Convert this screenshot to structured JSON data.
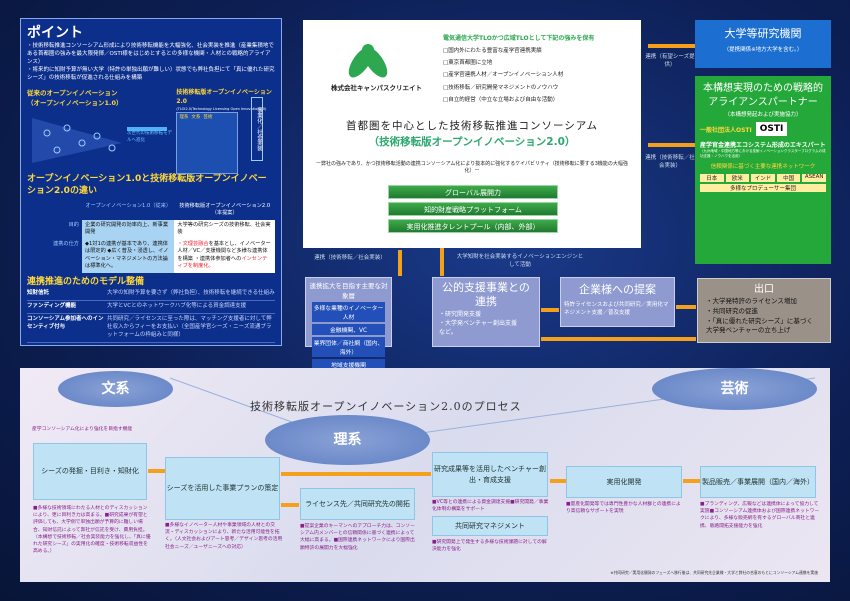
{
  "point": {
    "title": "ポイント",
    "bullets": [
      "・技術移転推進コンソーシアム形成により技術移転機能を大幅強化、社会実装を推進（産業集積地である首都圏の強みを最大限発揮／OSTI様をはじめとするとの多様な機関・人材との戦略的アライアンス）",
      "・将来的に知財予算が無い大学（特許の単独出願が難しい）状態でも弊社負担にて「真に優れた研究シーズ」の技術移転が促進される仕組みを構築"
    ],
    "oi1": "従来のオープンイノベーション（オープンイノベーション1.0）",
    "oi2": "技術移転版オープンイノベーション2.0",
    "oi2_sub": "(TLOI2.0/Technology Licensing Open Innovation2.0)",
    "arrow_label": "次世代の技術移転モデルへ進化",
    "fields": [
      "理系",
      "文系",
      "芸術"
    ],
    "commercial": "事業化／社会実装"
  },
  "diff": {
    "title": "オープンイノベーション1.0と技術移転版オープンイノベーション2.0の違い",
    "col1": "オープンイノベーション1.0（従来）",
    "col2": "技術移転版オープンイノベーション2.0（本提案）",
    "rows": [
      {
        "label": "目的",
        "c1": "企業の研究開発の効率向上、新事業開発",
        "c2": "大学等の研究シーズの技術移転、社会実装"
      },
      {
        "label": "連携の仕方",
        "c1": "◆1対1の連携が基本であり、連携体は限定的 ◆広く普及・浸透し、イノベーション・マネジメントの方法論は標準化へ。",
        "c2a": "・文理芸融合",
        "c2b": "を基本とし、イノベーター人材／VC／支援機関など多様な連携体を構築 ・連携体参加者への",
        "c2c": "インセンティブを制度化。"
      }
    ]
  },
  "model": {
    "title": "連携推進のためのモデル整備",
    "rows": [
      {
        "k": "知財信託",
        "v": "大学の知財予算を要さず（弊社負担）、技術移転を継続できる仕組み"
      },
      {
        "k": "ファンディング機能",
        "v": "大学とVCとのネットワークハブ化等による資金調達支援"
      },
      {
        "k": "コンソーシアム参加者へのインセンティブ付与",
        "v": "共同研究／ライセンスに至った際は、マッチング支援者に対して弊社収入からフィーをお支払い（全国産学官シーズ・ニーズ流通プラットフォームの枠組みと同様）"
      }
    ]
  },
  "center": {
    "company": "株式会社キャンパスクリエイト",
    "strength_title": "電気通信大学TLOかつ広域TLOとして下記の強みを保有",
    "strengths": [
      "□国内外にわたる豊富な産学官連携実績",
      "□東京首都圏に立地",
      "□産学官連携人材／オープンイノベーション人材",
      "□技術移転／研究開発マネジメントのノウハウ",
      "□自立的経営（中立な立場および自由な活動）"
    ],
    "title1": "首都圏を中心とした技術移転推進コンソーシアム",
    "title2": "（技術移転版オープンイノベーション2.0）",
    "sub": "ー弊社の強みであり、かつ技術移転活動の連携コンソーシアム化により抜本的に強化するケイパビリティ（技術移転に要する3機能の大幅強化）ー",
    "bars": [
      "グローバル展開力",
      "知的財産戦略プラットフォーム",
      "実用化推進タレントプール（内部、外部）"
    ]
  },
  "links": {
    "l1": "連携（有望シーズ提供）",
    "l2": "連携（技術移転／社会実装）",
    "l3": "連携（技術移転／社会実装）",
    "l4": "大学知財を社会実装するイノベーションエンジンとして活動"
  },
  "univ": {
    "title": "大学等研究機関",
    "sub": "（提携関係※地方大学を含む。）"
  },
  "partner": {
    "title": "本構想実現のための戦略的アライアンスパートナー",
    "sub": "（本構想発起および実施協力）",
    "org": "一般社団法人OSTI",
    "logo": "OSTI",
    "expert": "産学官金連携エコシステム形成のエキスパート",
    "expert_note": "（九州地域・中国地方等における技術イノベーションクラスタープログラムの成功支援・ノウハウを活用）",
    "network": "信頼関係に基づく主要な連携ネットワーク",
    "regions": [
      "日本",
      "欧米",
      "インド",
      "中国",
      "ASEAN"
    ],
    "producers": "多様なプロデューサー集団"
  },
  "targets": {
    "title": "連携拡大を目指す主要な対象層",
    "items": [
      "多様な業種のイノベーター人材",
      "金融機関、VC",
      "業界団体／商社網（国内、海外）",
      "地域支援機関"
    ]
  },
  "public": {
    "title": "公的支援事業との連携",
    "items": [
      "・研究開発支援",
      "・大学発ベンチャー創出支援",
      "など。"
    ]
  },
  "proposal": {
    "title": "企業様への提案",
    "text": "特許ライセンスおよび共同研究／実用化マネジメント支援／普及支援"
  },
  "exit": {
    "title": "出口",
    "items": [
      "・大学発特許のライセンス増加",
      "・共同研究の促進",
      "・「真に優れた研究シーズ」に基づく　大学発ベンチャーの立ち上げ"
    ]
  },
  "process": {
    "title": "技術移転版オープンイノベーション2.0のプロセス",
    "ellipses": [
      "文系",
      "理系",
      "芸術"
    ],
    "caption": "産学コンソーシアム化により強化を目指す機能",
    "steps": [
      {
        "label": "シーズの発掘・目利き・知財化",
        "note": "■多様な技術領域にわたる人材とのディスカッションにより、更に目利き力は高まる。■研究成果が有望と評価しても、大学側で単独出願が予算的に難しい場合、知財信託によって弊社が信託を受け、費用負担。（本構想で技術移転／社会実装能力を強化し、「真に優れた研究シーズ」の実用化の確度・技術移転収益性を高める。）"
      },
      {
        "label": "シーズを活用した事業プランの策定",
        "note": "■多様なイノベーター人材や事業領域の人材との交流・ディスカッションにより、新たな活用可能性を拓く。（人文社会およびアート思考／デザイン思考の活用 社会ニーズ／ユーザニーズへの対応）"
      },
      {
        "label": "ライセンス先／共同研究先の開拓",
        "note": "■提案企業のキーマンへのアプローチ力は、コンソーシアム内メンバーとの信頼関係に基づく連携によって大幅に高まる。■国際連携ネットワークにより国際出願特許の展開力を大幅強化"
      },
      {
        "label": "研究成果等を活用したベンチャー創出・育成支援",
        "note": "■VC等との連携による資金調達支援■研究開発／事業化体制の構築をサポート"
      },
      {
        "label": "共同研究マネジメント",
        "note": "■研究開発上で発生する多様な技術課題に対しての解決能力を強化"
      },
      {
        "label": "実用化開発",
        "note": "■量産化開発等では専門性豊かな人材群との連携により高信頼なサポートを実現"
      },
      {
        "label": "製品販売／事業展開（国内／海外）",
        "note": "■ブランディング、広報などは連携体によって協力して実施■コンソーシアム連携体および国際連携ネットワークにより、多様な販売網を有するグローバル商社と連携、販路開拓支援能力を強化"
      }
    ],
    "footnote": "※共同研究／実用化開発のフェーズへ移行後は、共同研究先企業様・大学と弊社の合意のもとにコンソーシアム連携を実施"
  },
  "colors": {
    "orange": "#f5a01a",
    "green": "#25a83a",
    "blue": "#1c6fd0"
  }
}
